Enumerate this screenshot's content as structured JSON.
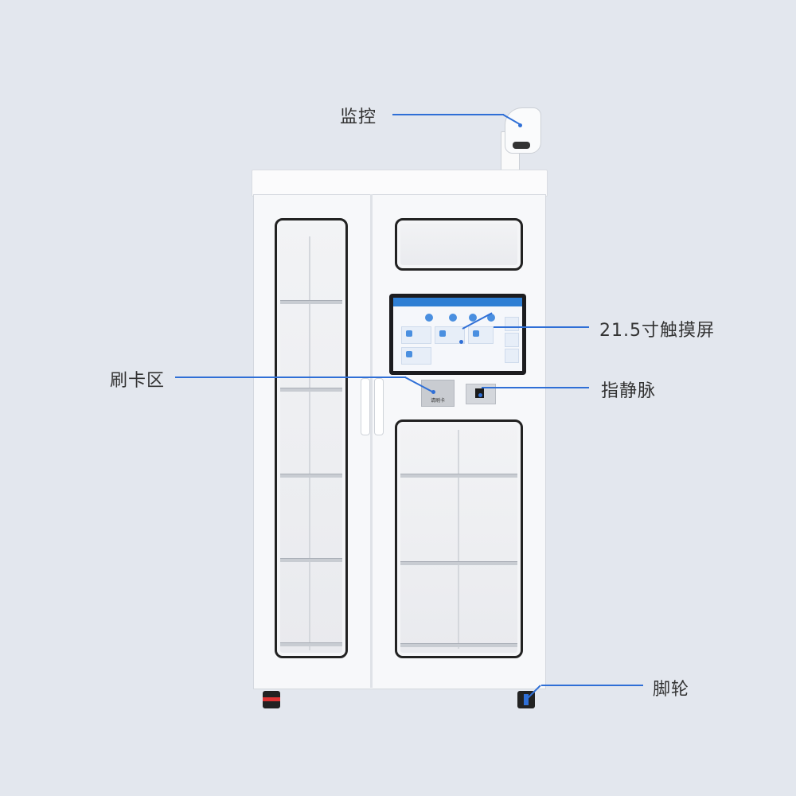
{
  "callouts": {
    "camera": "监控",
    "touchscreen": "21.5寸触摸屏",
    "card_area": "刷卡区",
    "finger_vein": "指静脉",
    "caster": "脚轮"
  },
  "card_reader": {
    "label": "请刷卡"
  },
  "colors": {
    "background": "#e3e7ee",
    "callout_line": "#2f6fd6",
    "screen_bar": "#2f7fd4"
  }
}
